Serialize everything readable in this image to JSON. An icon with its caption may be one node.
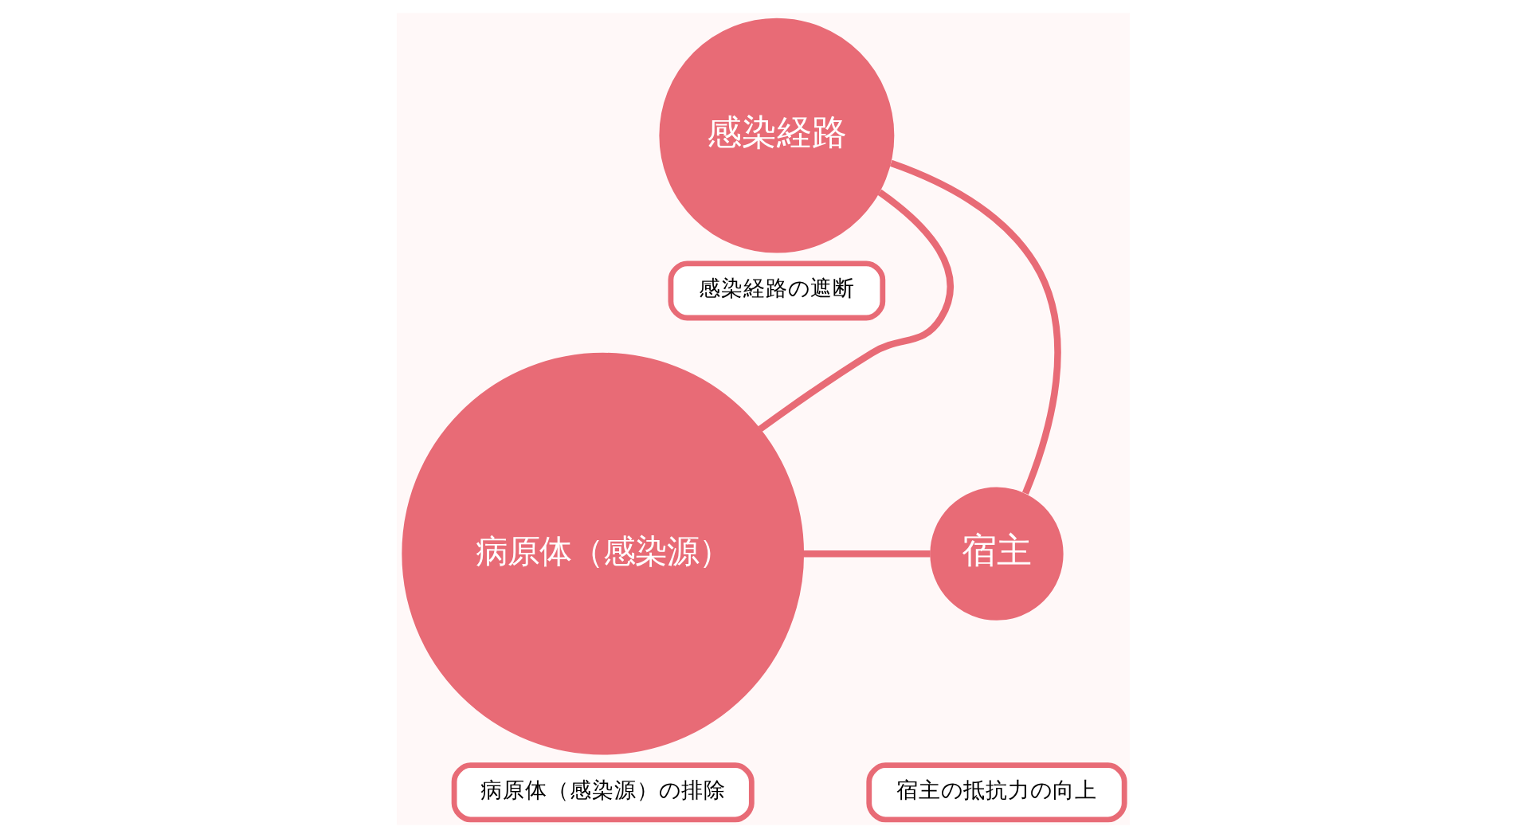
{
  "diagram": {
    "nodes": [
      {
        "text": [
          "感染経路"
        ]
      },
      {
        "text": [
          "感染経路の遮断"
        ]
      },
      {
        "text": [
          "病原体（感染源）"
        ]
      },
      {
        "text": [
          "病原体（感染源）の排除"
        ]
      },
      {
        "text": [
          "宿主"
        ]
      },
      {
        "text": [
          "宿主の抵抗力の向上"
        ]
      }
    ],
    "edges": [
      {
        "from": 0,
        "to": 2,
        "arrow": "none"
      },
      {
        "from": 0,
        "to": 4,
        "arrow": "none"
      },
      {
        "from": 2,
        "to": 4,
        "arrow": "none"
      }
    ]
  }
}
